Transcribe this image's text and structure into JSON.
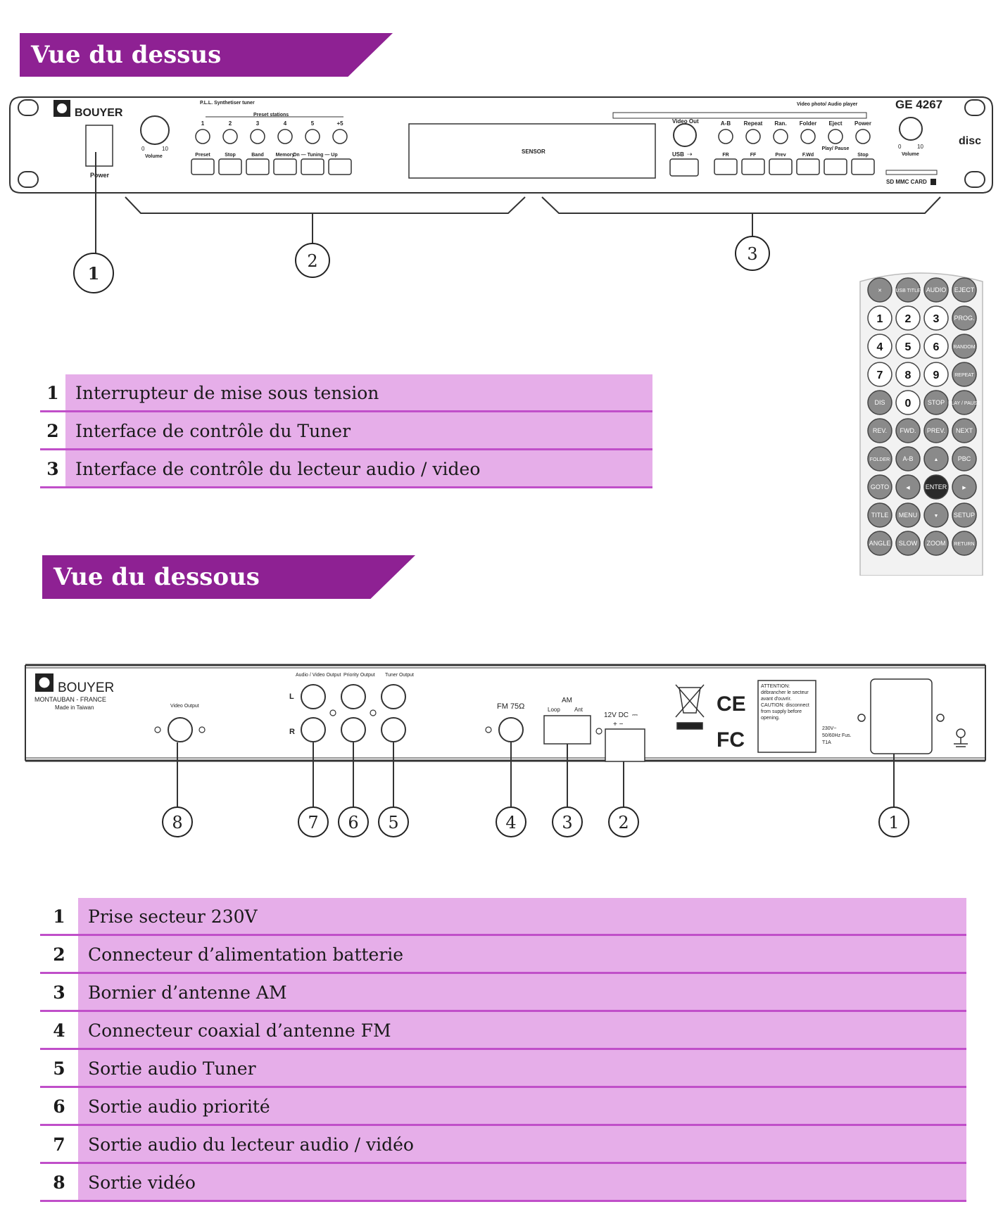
{
  "sections": {
    "top_title": "Vue du dessus",
    "bottom_title": "Vue du dessous"
  },
  "front_panel": {
    "brand": "BOUYER",
    "model": "GE 4267",
    "tuner_heading": "P.L.L. Synthetiser tuner",
    "preset_stations": "Preset stations",
    "preset_numbers": [
      "1",
      "2",
      "3",
      "4",
      "5",
      "+5"
    ],
    "tuner_buttons": [
      "Preset",
      "Stop",
      "Band",
      "Memory",
      "Dn",
      "Tuning",
      "Up"
    ],
    "volume": "Volume",
    "volume_min": "0",
    "volume_max": "10",
    "power": "Power",
    "sensor": "SENSOR",
    "player_heading": "Video photo/ Audio player",
    "video_out": "Video Out",
    "usb": "USB",
    "player_top_labels": [
      "A-B",
      "Repeat",
      "Ran.",
      "Folder",
      "Eject",
      "Power"
    ],
    "play_pause": "Play/ Pause",
    "player_bottom_labels": [
      "FR",
      "FF",
      "Prev",
      "F.Wd",
      "Stop"
    ],
    "card": "SD MMC CARD",
    "disc_logo": "disc",
    "callouts": [
      "1",
      "2",
      "3"
    ]
  },
  "remote": {
    "rows": [
      [
        "mute-icon",
        "USB TITLE",
        "AUDIO",
        "EJECT"
      ],
      [
        "1",
        "2",
        "3",
        "PROG."
      ],
      [
        "4",
        "5",
        "6",
        "RANDOM"
      ],
      [
        "7",
        "8",
        "9",
        "REPEAT"
      ],
      [
        "DIS",
        "0",
        "STOP",
        "PLAY / PAUSE"
      ],
      [
        "REV.",
        "FWD.",
        "PREV.",
        "NEXT"
      ],
      [
        "FOLDER",
        "A-B",
        "up-arrow-icon",
        "PBC"
      ],
      [
        "GOTO",
        "left-arrow-icon",
        "ENTER",
        "right-arrow-icon"
      ],
      [
        "TITLE",
        "MENU",
        "down-arrow-icon",
        "SETUP"
      ],
      [
        "ANGLE",
        "SLOW",
        "ZOOM",
        "RETURN"
      ]
    ]
  },
  "rear_panel": {
    "brand": "BOUYER",
    "origin": "MONTAUBAN - FRANCE",
    "made_in": "Made in Taiwan",
    "video_output": "Video Output",
    "audio_video_output": "Audio / Video Output",
    "priority_output": "Priority Output",
    "tuner_output": "Tuner Output",
    "left": "L",
    "right": "R",
    "fm": "FM 75Ω",
    "am": "AM",
    "am_loop": "Loop",
    "am_ant": "Ant",
    "dc": "12V DC",
    "ce": "CE",
    "fc": "FC",
    "warning": "ATTENTION: débrancher le secteur avant d'ouvrir. CAUTION: disconnect from supply before opening.",
    "mains": "230V~ 50/60Hz Fus. T1A",
    "callouts": [
      "8",
      "7",
      "6",
      "5",
      "4",
      "3",
      "2",
      "1"
    ]
  },
  "legend_top": [
    {
      "num": "1",
      "label": "Interrupteur de mise sous tension"
    },
    {
      "num": "2",
      "label": "Interface de contrôle du Tuner"
    },
    {
      "num": "3",
      "label": "Interface de contrôle du lecteur audio / video"
    }
  ],
  "legend_bottom": [
    {
      "num": "1",
      "label": "Prise secteur 230V"
    },
    {
      "num": "2",
      "label": "Connecteur d’alimentation batterie"
    },
    {
      "num": "3",
      "label": "Bornier d’antenne AM"
    },
    {
      "num": "4",
      "label": "Connecteur coaxial d’antenne FM"
    },
    {
      "num": "5",
      "label": "Sortie audio Tuner"
    },
    {
      "num": "6",
      "label": "Sortie audio priorité"
    },
    {
      "num": "7",
      "label": "Sortie audio du lecteur audio / vidéo"
    },
    {
      "num": "8",
      "label": "Sortie vidéo"
    }
  ]
}
